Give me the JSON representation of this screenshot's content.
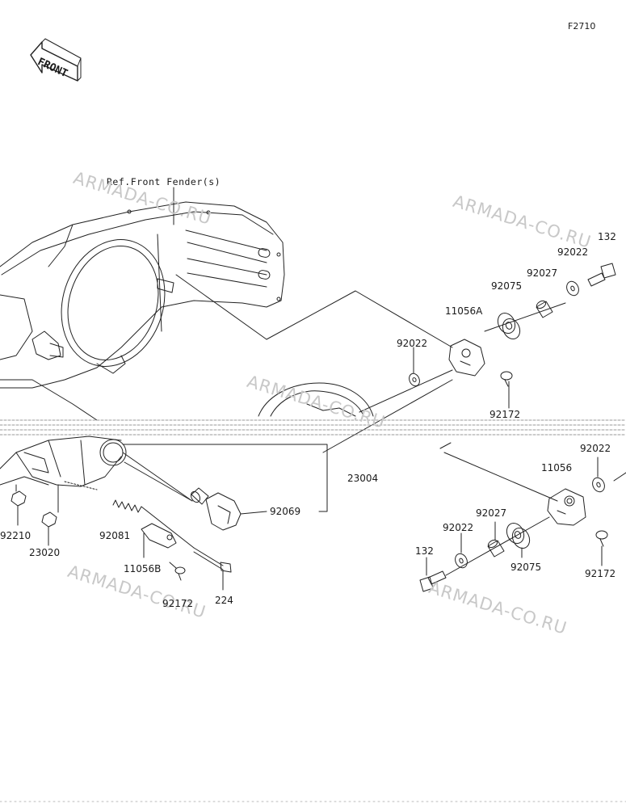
{
  "diagram": {
    "code": "F2710",
    "front_label": "FRONT",
    "ref_label": "Ref.Front Fender(s)",
    "watermark": "ARMADA-CO.RU",
    "colors": {
      "line": "#222222",
      "watermark": "#c8c8c8",
      "paper": "#ffffff"
    },
    "parts": {
      "p132_top": "132",
      "p92022_top_right": "92022",
      "p92027_top": "92027",
      "p92075_top": "92075",
      "p11056A": "11056A",
      "p92022_top_left": "92022",
      "p92172_top": "92172",
      "p23004": "23004",
      "p92069": "92069",
      "p92081": "92081",
      "p11056B": "11056B",
      "p92172_mid": "92172",
      "p224": "224",
      "p92210": "92210",
      "p23020": "23020",
      "p11056": "11056",
      "p92022_bottom_right": "92022",
      "p92027_bottom": "92027",
      "p92022_bottom_left": "92022",
      "p92075_bottom": "92075",
      "p132_bottom": "132",
      "p92172_bottom": "92172"
    }
  }
}
